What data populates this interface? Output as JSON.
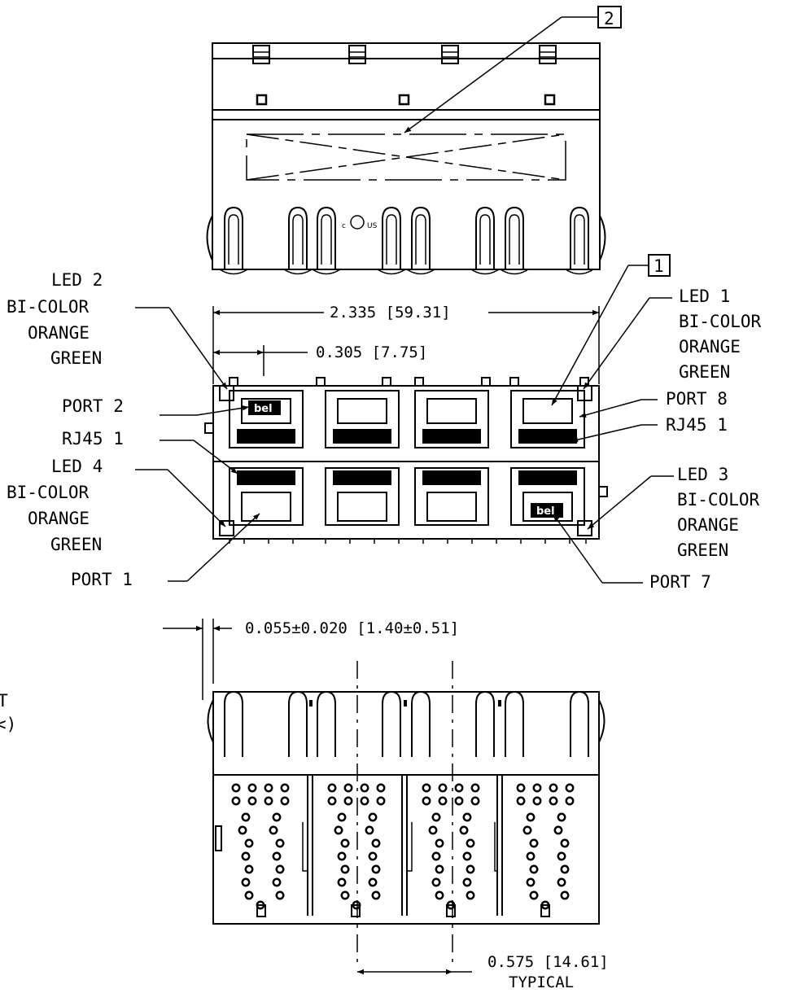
{
  "callouts": {
    "item2": "2",
    "item1": "1"
  },
  "labels": {
    "led2": [
      "LED 2",
      "BI-COLOR",
      "ORANGE",
      "GREEN"
    ],
    "led1": [
      "LED 1",
      "BI-COLOR",
      "ORANGE",
      "GREEN"
    ],
    "led4": [
      "LED 4",
      "BI-COLOR",
      "ORANGE",
      "GREEN"
    ],
    "led3": [
      "LED 3",
      "BI-COLOR",
      "ORANGE",
      "GREEN"
    ],
    "port2": "PORT 2",
    "port8": "PORT 8",
    "rj45_left": "RJ45 1",
    "rj45_right": "RJ45 1",
    "port1": "PORT 1",
    "port7": "PORT 7",
    "partial_left": [
      "T",
      "<)"
    ]
  },
  "dimensions": {
    "overall_width": "2.335 [59.31]",
    "port_offset": "0.305 [7.75]",
    "standoff": "0.055±0.020 [1.40±0.51]",
    "pitch": "0.575 [14.61]",
    "pitch_note": "TYPICAL"
  },
  "logo": {
    "brand": "bel",
    "ul_mark": "US"
  }
}
